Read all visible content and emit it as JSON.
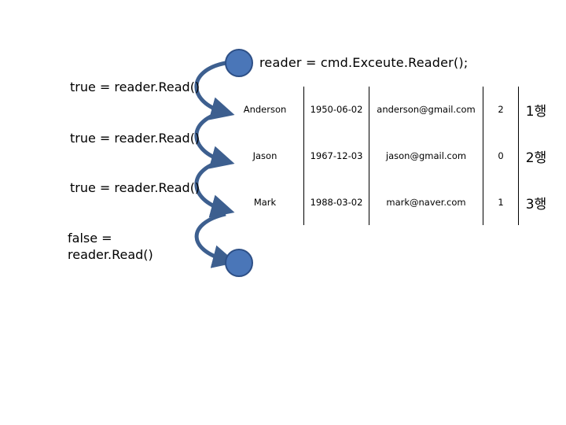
{
  "title": "reader = cmd.Exceute.Reader();",
  "read_labels": [
    "true = reader.Read()",
    "true = reader.Read()",
    "true = reader.Read()",
    "false = \nreader.Read()"
  ],
  "rows": [
    {
      "name": "Anderson",
      "date": "1950-06-02",
      "email": "anderson@gmail.com",
      "num": "2",
      "label": "1행"
    },
    {
      "name": "Jason",
      "date": "1967-12-03",
      "email": "jason@gmail.com",
      "num": "0",
      "label": "2행"
    },
    {
      "name": "Mark",
      "date": "1988-03-02",
      "email": "mark@naver.com",
      "num": "1",
      "label": "3행"
    }
  ],
  "colors": {
    "dot": "#4a76b8",
    "arrow": "#3d5f8f"
  }
}
